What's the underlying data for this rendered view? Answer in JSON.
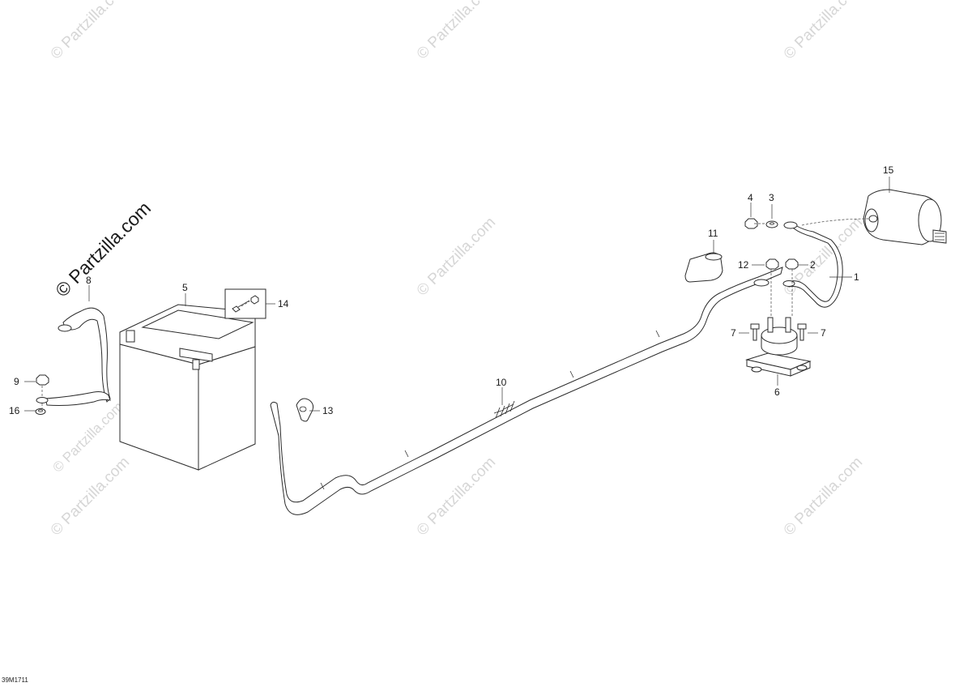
{
  "watermark": {
    "text": "© Partzilla.com",
    "brand": "© Partzilla.com"
  },
  "diagram_code": "39M1711",
  "callouts": [
    {
      "id": "c1",
      "label": "1"
    },
    {
      "id": "c2",
      "label": "2"
    },
    {
      "id": "c3",
      "label": "3"
    },
    {
      "id": "c4",
      "label": "4"
    },
    {
      "id": "c5",
      "label": "5"
    },
    {
      "id": "c6",
      "label": "6"
    },
    {
      "id": "c7a",
      "label": "7"
    },
    {
      "id": "c7b",
      "label": "7"
    },
    {
      "id": "c8",
      "label": "8"
    },
    {
      "id": "c9",
      "label": "9"
    },
    {
      "id": "c10",
      "label": "10"
    },
    {
      "id": "c11",
      "label": "11"
    },
    {
      "id": "c12",
      "label": "12"
    },
    {
      "id": "c13",
      "label": "13"
    },
    {
      "id": "c14",
      "label": "14"
    },
    {
      "id": "c15",
      "label": "15"
    },
    {
      "id": "c16",
      "label": "16"
    }
  ],
  "colors": {
    "line": "#2b2b2b",
    "watermark": "#d6d6d6",
    "background": "#ffffff"
  }
}
